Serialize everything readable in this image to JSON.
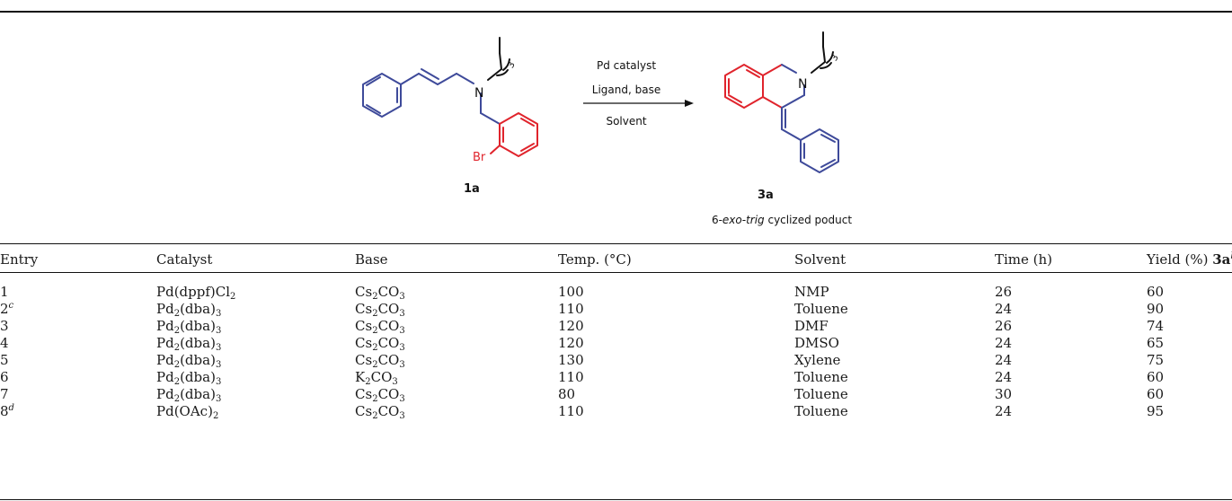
{
  "scheme": {
    "reactant_label": "1a",
    "product_label": "3a",
    "bromo_label": "Br",
    "nitrogen_label": "N",
    "subscript_label": "3",
    "arrow_above_1": "Pd catalyst",
    "arrow_above_2": "Ligand, base",
    "arrow_below": "Solvent",
    "caption_prefix": "6-",
    "caption_italic": "exo-trig",
    "caption_suffix": " cyclized poduct",
    "colors": {
      "blue": "#3e4a9a",
      "red": "#e0242c",
      "black": "#111111"
    }
  },
  "table": {
    "headers": {
      "entry": "Entry",
      "catalyst": "Catalyst",
      "base": "Base",
      "temp": "Temp. (°C)",
      "solvent": "Solvent",
      "time": "Time (h)",
      "yield_prefix": "Yield (%) ",
      "yield_compound": "3a",
      "yield_sup": "b"
    },
    "rows": [
      {
        "entry": "1",
        "entry_sup": "",
        "cat_a": "Pd(dppf)Cl",
        "cat_a_sub": "2",
        "cat_b": "",
        "cat_b_sub": "",
        "base_a": "Cs",
        "base_a_sub": "2",
        "base_b": "CO",
        "base_b_sub": "3",
        "temp": "100",
        "solvent": "NMP",
        "time": "26",
        "yield": "60"
      },
      {
        "entry": "2",
        "entry_sup": "c",
        "cat_a": "Pd",
        "cat_a_sub": "2",
        "cat_b": "(dba)",
        "cat_b_sub": "3",
        "base_a": "Cs",
        "base_a_sub": "2",
        "base_b": "CO",
        "base_b_sub": "3",
        "temp": "110",
        "solvent": "Toluene",
        "time": "24",
        "yield": "90"
      },
      {
        "entry": "3",
        "entry_sup": "",
        "cat_a": "Pd",
        "cat_a_sub": "2",
        "cat_b": "(dba)",
        "cat_b_sub": "3",
        "base_a": "Cs",
        "base_a_sub": "2",
        "base_b": "CO",
        "base_b_sub": "3",
        "temp": "120",
        "solvent": "DMF",
        "time": "26",
        "yield": "74"
      },
      {
        "entry": "4",
        "entry_sup": "",
        "cat_a": "Pd",
        "cat_a_sub": "2",
        "cat_b": "(dba)",
        "cat_b_sub": "3",
        "base_a": "Cs",
        "base_a_sub": "2",
        "base_b": "CO",
        "base_b_sub": "3",
        "temp": "120",
        "solvent": "DMSO",
        "time": "24",
        "yield": "65"
      },
      {
        "entry": "5",
        "entry_sup": "",
        "cat_a": "Pd",
        "cat_a_sub": "2",
        "cat_b": "(dba)",
        "cat_b_sub": "3",
        "base_a": "Cs",
        "base_a_sub": "2",
        "base_b": "CO",
        "base_b_sub": "3",
        "temp": "130",
        "solvent": "Xylene",
        "time": "24",
        "yield": "75"
      },
      {
        "entry": "6",
        "entry_sup": "",
        "cat_a": "Pd",
        "cat_a_sub": "2",
        "cat_b": "(dba)",
        "cat_b_sub": "3",
        "base_a": "K",
        "base_a_sub": "2",
        "base_b": "CO",
        "base_b_sub": "3",
        "temp": "110",
        "solvent": "Toluene",
        "time": "24",
        "yield": "60"
      },
      {
        "entry": "7",
        "entry_sup": "",
        "cat_a": "Pd",
        "cat_a_sub": "2",
        "cat_b": "(dba)",
        "cat_b_sub": "3",
        "base_a": "Cs",
        "base_a_sub": "2",
        "base_b": "CO",
        "base_b_sub": "3",
        "temp": "80",
        "solvent": "Toluene",
        "time": "30",
        "yield": "60"
      },
      {
        "entry": "8",
        "entry_sup": "d",
        "cat_a": "Pd(OAc)",
        "cat_a_sub": "2",
        "cat_b": "",
        "cat_b_sub": "",
        "base_a": "Cs",
        "base_a_sub": "2",
        "base_b": "CO",
        "base_b_sub": "3",
        "temp": "110",
        "solvent": "Toluene",
        "time": "24",
        "yield": "95"
      }
    ]
  }
}
